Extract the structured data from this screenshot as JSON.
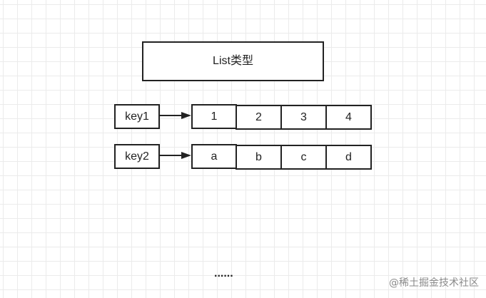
{
  "title": "List类型",
  "rows": [
    {
      "key": "key1",
      "values": [
        "1",
        "2",
        "3",
        "4"
      ]
    },
    {
      "key": "key2",
      "values": [
        "a",
        "b",
        "c",
        "d"
      ]
    }
  ],
  "ellipsis": "......",
  "watermark": "@稀土掘金技术社区"
}
